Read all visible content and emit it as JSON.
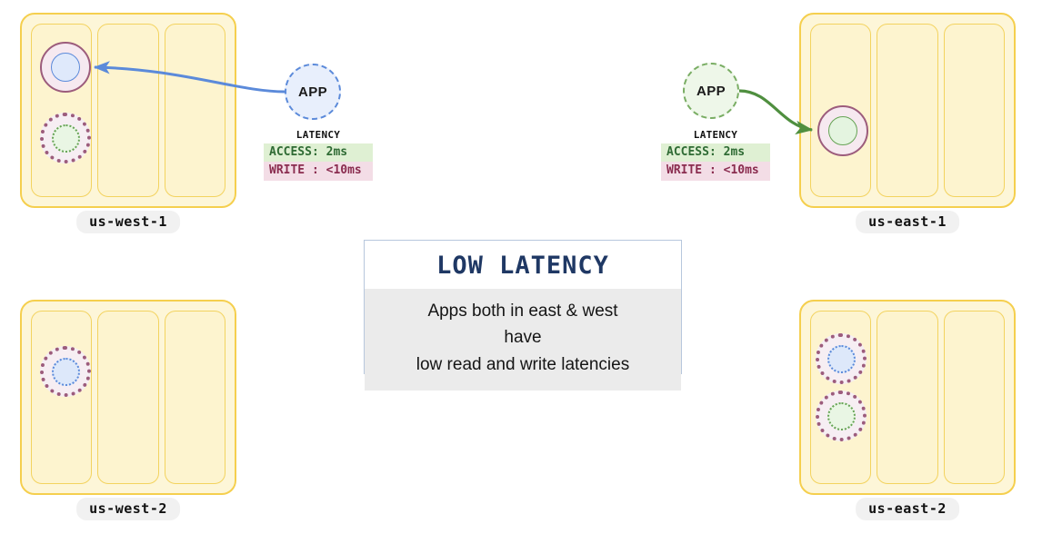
{
  "regions": [
    {
      "id": "us-west-1",
      "label": "us-west-1",
      "az_count": 3,
      "nodes": [
        {
          "name": "replica-node-leader-blue",
          "style": "solid",
          "core": "blue"
        },
        {
          "name": "replica-node-witness-green",
          "style": "dotted",
          "core": "green"
        }
      ]
    },
    {
      "id": "us-east-1",
      "label": "us-east-1",
      "az_count": 3,
      "nodes": [
        {
          "name": "replica-node-leader-green",
          "style": "solid",
          "core": "green"
        }
      ]
    },
    {
      "id": "us-west-2",
      "label": "us-west-2",
      "az_count": 3,
      "nodes": [
        {
          "name": "replica-node-witness-blue",
          "style": "dotted",
          "core": "blue"
        }
      ]
    },
    {
      "id": "us-east-2",
      "label": "us-east-2",
      "az_count": 3,
      "nodes": [
        {
          "name": "replica-node-witness-blue",
          "style": "dotted",
          "core": "blue"
        },
        {
          "name": "replica-node-witness-green",
          "style": "dotted",
          "core": "green"
        }
      ]
    }
  ],
  "apps": {
    "west": {
      "label": "APP",
      "accent": "#5b8ada",
      "latency": {
        "title": "LATENCY",
        "access": "ACCESS: 2ms",
        "write": "WRITE : <10ms"
      }
    },
    "east": {
      "label": "APP",
      "accent": "#79ad63",
      "latency": {
        "title": "LATENCY",
        "access": "ACCESS: 2ms",
        "write": "WRITE : <10ms"
      }
    }
  },
  "arrows": [
    {
      "name": "west-app-to-west-replica",
      "color": "#5b8ada",
      "direction": "right-to-left"
    },
    {
      "name": "east-app-to-east-replica",
      "color": "#4f8f3f",
      "direction": "left-to-right"
    }
  ],
  "callout": {
    "title": "LOW LATENCY",
    "line1": "Apps both in east & west",
    "line2": "have",
    "line3": "low read and write latencies",
    "title_color": "#1f3864",
    "border_color": "#b7c7dd",
    "body_bg": "#ebebeb"
  },
  "palette": {
    "region_border": "#f5cf4e",
    "region_fill": "#fdf6d8",
    "az_fill": "#fdf4cf",
    "az_border": "#f3d35f",
    "ring_purple": "#9c5c7c",
    "core_blue": "#5b8ada",
    "core_green": "#66a355",
    "label_pill_bg": "#f1f1f1",
    "access_bg": "#dff0d3",
    "access_fg": "#2f6b34",
    "write_bg": "#f3dde6",
    "write_fg": "#8a2c4f"
  }
}
